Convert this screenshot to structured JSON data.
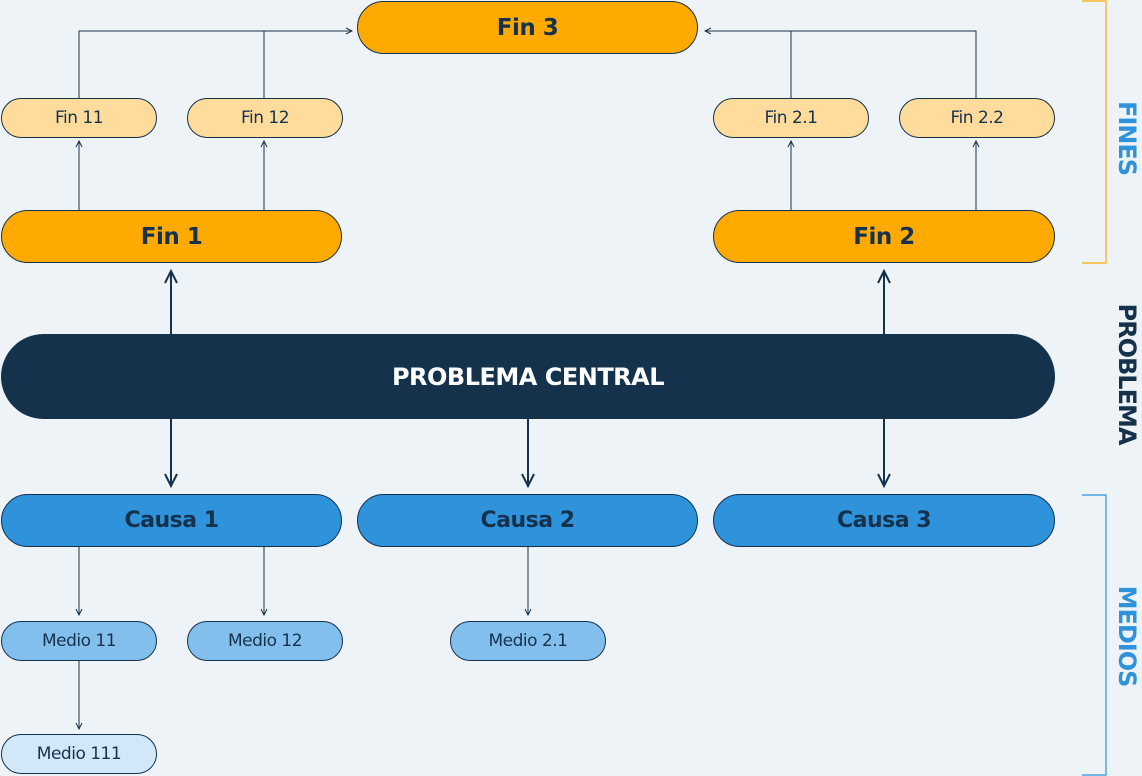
{
  "colors": {
    "fin_main": "#ffaa00",
    "fin_sub": "#ffdc9c",
    "problem": "#15324d",
    "causa": "#2f93dc",
    "medio": "#83bfec",
    "medio_sub": "#d2e8f8",
    "background": "#eef3f8"
  },
  "fines": {
    "fin3": "Fin 3",
    "fin1": "Fin 1",
    "fin2": "Fin 2",
    "fin11": "Fin 11",
    "fin12": "Fin 12",
    "fin21": "Fin 2.1",
    "fin22": "Fin 2.2"
  },
  "problema": {
    "label": "PROBLEMA CENTRAL"
  },
  "causas": {
    "causa1": "Causa 1",
    "causa2": "Causa 2",
    "causa3": "Causa 3"
  },
  "medios": {
    "medio11": "Medio 11",
    "medio12": "Medio 12",
    "medio21": "Medio 2.1",
    "medio111": "Medio 111"
  },
  "side_labels": {
    "fines": "FINES",
    "problema": "PROBLEMA",
    "medios": "MEDIOS"
  }
}
